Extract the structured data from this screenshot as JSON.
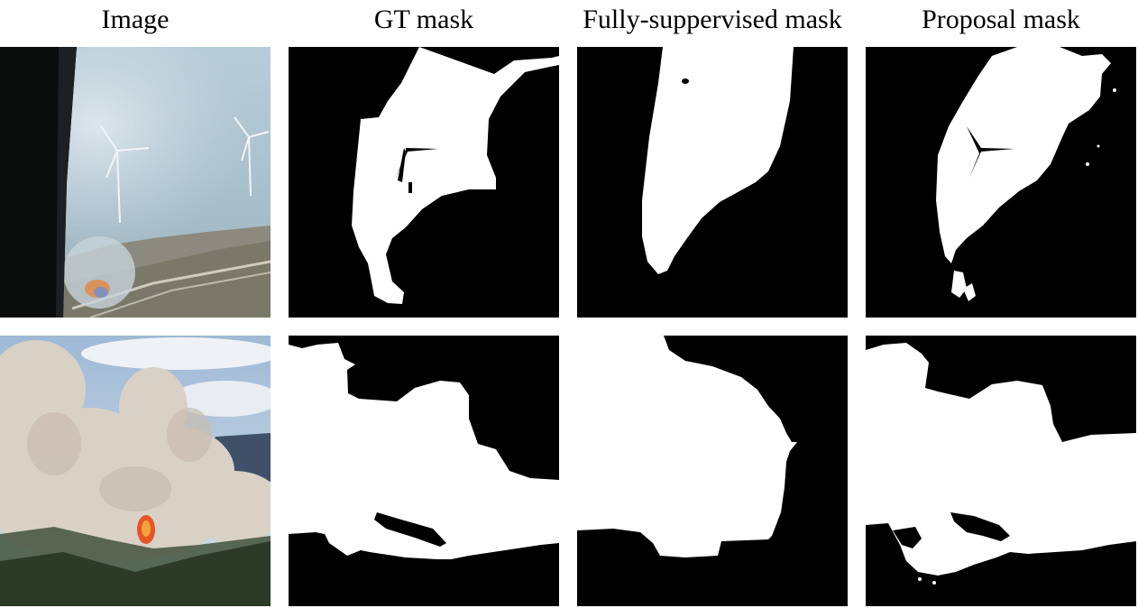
{
  "columns": [
    "Image",
    "GT mask",
    "Fully-suppervised mask",
    "Proposal mask"
  ],
  "rows": [
    {
      "image": "wind-turbines-smoke-aerial-photo",
      "gt": "smoke-region-mask-1",
      "fully": "fully-supervised-mask-1",
      "proposal": "proposal-mask-1"
    },
    {
      "image": "forest-fire-smoke-plume-photo",
      "gt": "smoke-region-mask-2",
      "fully": "fully-supervised-mask-2",
      "proposal": "proposal-mask-2"
    }
  ],
  "colors": {
    "mask_fg": "#ffffff",
    "mask_bg": "#000000"
  }
}
